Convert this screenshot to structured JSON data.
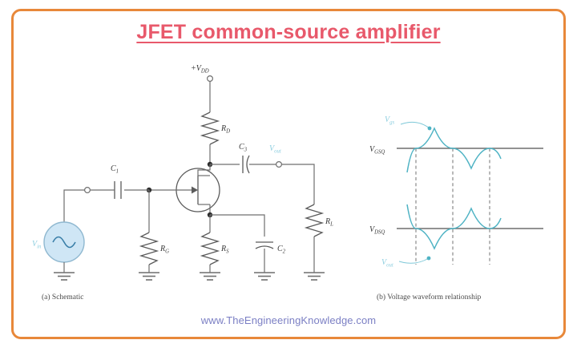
{
  "figure": {
    "title": "JFET common-source amplifier",
    "title_color": "#e8596b",
    "frame_color": "#e8883a",
    "footer_url": "www.TheEngineeringKnowledge.com",
    "footer_color": "#7b7fc4",
    "accent_signal_color": "#4fb3c4"
  },
  "panels": {
    "a": {
      "caption": "(a) Schematic"
    },
    "b": {
      "caption": "(b) Voltage waveform relationship"
    }
  },
  "schematic": {
    "supply": {
      "label": "+V",
      "sub": "DD"
    },
    "source": {
      "label": "V",
      "sub": "in",
      "symbol": "ac-source-sine",
      "fill": "#cfe6f5"
    },
    "output_terminal": {
      "label": "V",
      "sub": "out"
    },
    "components": [
      {
        "id": "C1",
        "label": "C",
        "sub": "1",
        "type": "capacitor",
        "role": "input coupling capacitor"
      },
      {
        "id": "C2",
        "label": "C",
        "sub": "2",
        "type": "capacitor-variable",
        "role": "source bypass capacitor"
      },
      {
        "id": "C3",
        "label": "C",
        "sub": "3",
        "type": "capacitor-variable",
        "role": "output coupling capacitor"
      },
      {
        "id": "RD",
        "label": "R",
        "sub": "D",
        "type": "resistor",
        "role": "drain resistor"
      },
      {
        "id": "RG",
        "label": "R",
        "sub": "G",
        "type": "resistor",
        "role": "gate resistor"
      },
      {
        "id": "RS",
        "label": "R",
        "sub": "S",
        "type": "resistor",
        "role": "source resistor"
      },
      {
        "id": "RL",
        "label": "R",
        "sub": "L",
        "type": "resistor",
        "role": "load resistor"
      }
    ],
    "transistor": {
      "type": "n-channel-jfet",
      "terminals": [
        "gate",
        "drain",
        "source"
      ]
    },
    "ground_count": 5
  },
  "waveforms": {
    "top_axis": {
      "label": "V",
      "sub": "GSQ"
    },
    "bottom_axis": {
      "label": "V",
      "sub": "DSQ"
    },
    "input_signal": {
      "label": "V",
      "sub": "gs"
    },
    "output_signal": {
      "label": "V",
      "sub": "out"
    },
    "note": "output is 180 degrees out of phase with input",
    "cycles": 1.5,
    "dashed_marker_count": 3
  },
  "chart_data": {
    "type": "line",
    "title": "Voltage waveform relationship",
    "series": [
      {
        "name": "Vgs",
        "baseline": "VGSQ",
        "phase_deg": 0,
        "amplitude": 1
      },
      {
        "name": "Vout",
        "baseline": "VDSQ",
        "phase_deg": 180,
        "amplitude": 1
      }
    ],
    "xlabel": "",
    "ylabel": "",
    "grid": false,
    "legend": "inline-annotations"
  }
}
